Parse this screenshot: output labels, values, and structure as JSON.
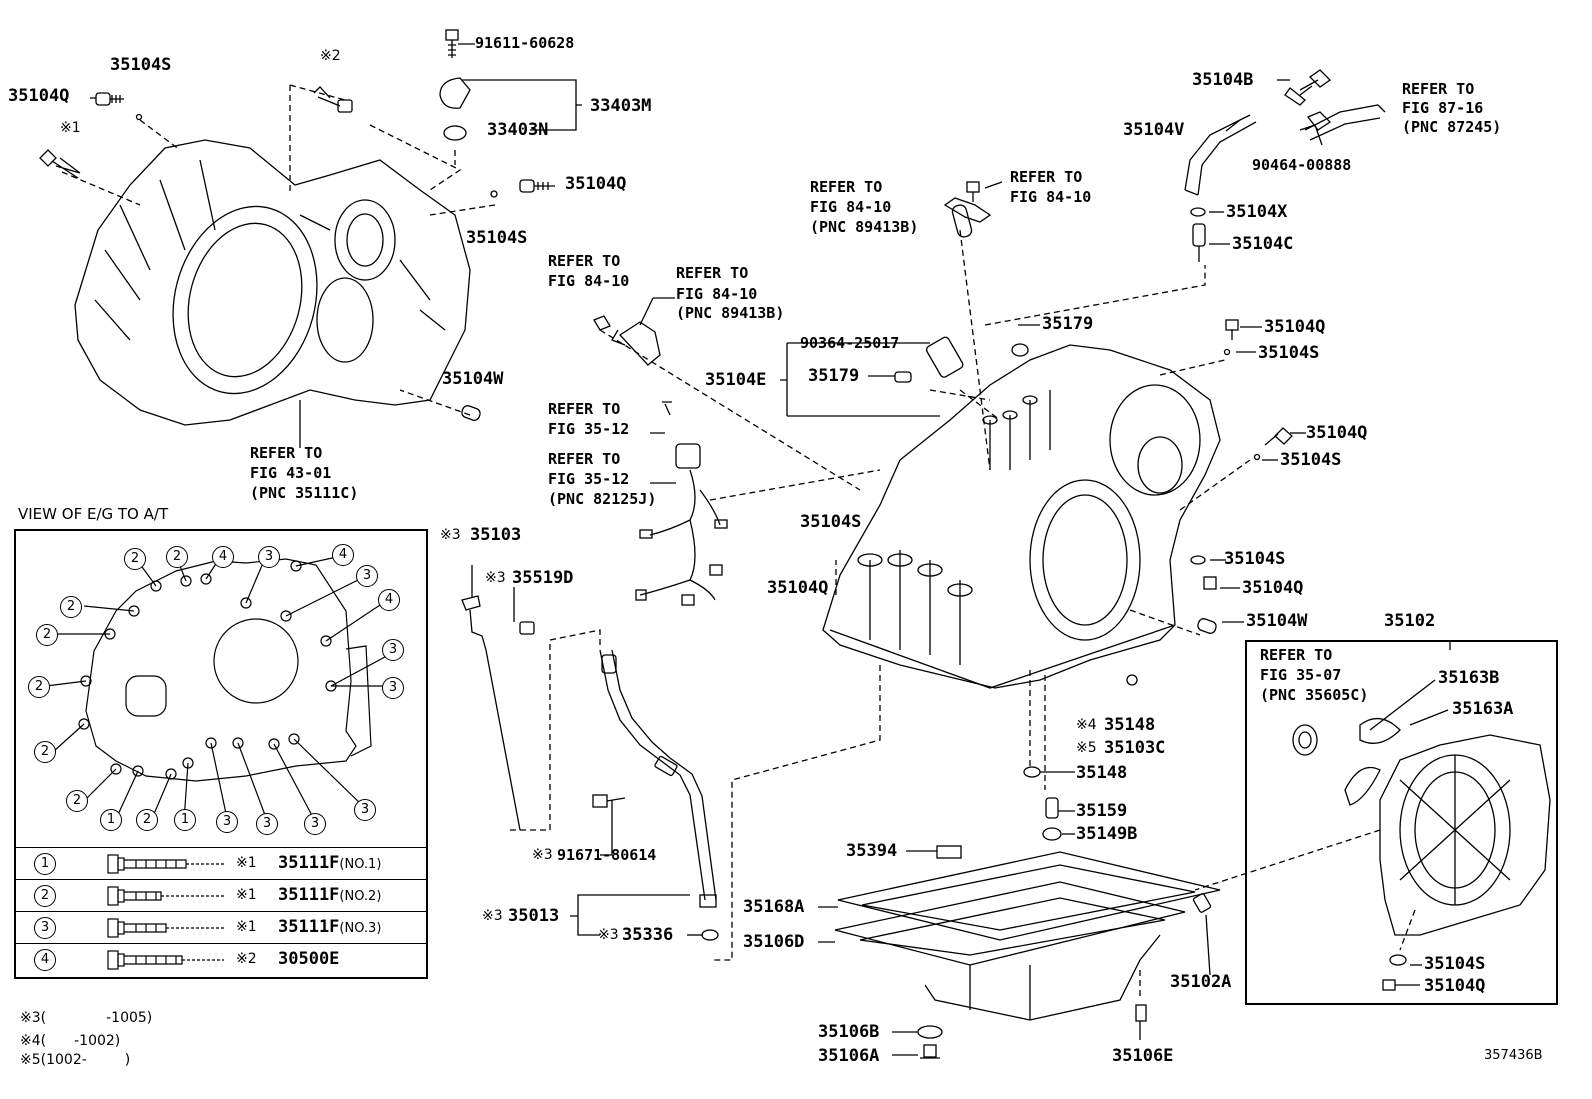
{
  "labels": {
    "p35104S_a": "35104S",
    "p35104Q_a": "35104Q",
    "mark2_top": "※2",
    "mark1_top": "※1",
    "p91611": "91611-60628",
    "p33403M": "33403M",
    "p33403N": "33403N",
    "p35104Q_b": "35104Q",
    "p35104S_b": "35104S",
    "p35104W_a": "35104W",
    "ref_43_01_a": "REFER TO",
    "ref_43_01_b": "FIG 43-01",
    "ref_43_01_c": "(PNC 35111C)",
    "p35104B": "35104B",
    "ref_87_16_a": "REFER TO",
    "ref_87_16_b": "FIG 87-16",
    "ref_87_16_c": "(PNC 87245)",
    "p35104V": "35104V",
    "p90464": "90464-00888",
    "p35104X": "35104X",
    "p35104C": "35104C",
    "ref_84_10_a1": "REFER TO",
    "ref_84_10_a2": "FIG 84-10",
    "ref_84_10_a3": "(PNC 89413B)",
    "ref_84_10_b1": "REFER TO",
    "ref_84_10_b2": "FIG 84-10",
    "ref_84_10_c1": "REFER TO",
    "ref_84_10_c2": "FIG 84-10",
    "ref_84_10_d1": "REFER TO",
    "ref_84_10_d2": "FIG 84-10",
    "ref_84_10_d3": "(PNC 89413B)",
    "p35179_a": "35179",
    "p90364": "90364-25017",
    "p35104E": "35104E",
    "p35179_b": "35179",
    "p35104Q_c": "35104Q",
    "p35104S_c": "35104S",
    "ref_35_12_a1": "REFER TO",
    "ref_35_12_a2": "FIG 35-12",
    "ref_35_12_b1": "REFER TO",
    "ref_35_12_b2": "FIG 35-12",
    "ref_35_12_b3": "(PNC 82125J)",
    "p35104Q_d": "35104Q",
    "p35104S_d": "35104S",
    "view_title": "VIEW OF E/G TO A/T",
    "mark3_35103": "※3",
    "p35103": "35103",
    "mark3_35519D": "※3",
    "p35519D": "35519D",
    "p35104S_e": "35104S",
    "p35104Q_e": "35104Q",
    "p35104S_f": "35104S",
    "p35104Q_f": "35104Q",
    "p35104W_b": "35104W",
    "p35102": "35102",
    "ref_35_07_a": "REFER TO",
    "ref_35_07_b": "FIG 35-07",
    "ref_35_07_c": "(PNC 35605C)",
    "p35163B": "35163B",
    "p35163A": "35163A",
    "mark4_35148": "※4",
    "p35148_a": "35148",
    "mark5_35103C": "※5",
    "p35103C": "35103C",
    "p35148_b": "35148",
    "p35159": "35159",
    "p35149B": "35149B",
    "mark3_91671": "※3",
    "p91671": "91671-80614",
    "p35394": "35394",
    "p35168A": "35168A",
    "mark3_35013": "※3",
    "p35013": "35013",
    "mark3_35336": "※3",
    "p35336": "35336",
    "p35106D": "35106D",
    "p35102A": "35102A",
    "p35104S_g": "35104S",
    "p35104Q_g": "35104Q",
    "p35106B": "35106B",
    "p35106A": "35106A",
    "p35106E": "35106E",
    "fig_no": "357436B"
  },
  "legend": [
    {
      "num": "1",
      "mark": "※1",
      "part": "35111F",
      "suffix": "(NO.1)"
    },
    {
      "num": "2",
      "mark": "※1",
      "part": "35111F",
      "suffix": "(NO.2)"
    },
    {
      "num": "3",
      "mark": "※1",
      "part": "35111F",
      "suffix": "(NO.3)"
    },
    {
      "num": "4",
      "mark": "※2",
      "part": "30500E",
      "suffix": ""
    }
  ],
  "notes": [
    {
      "mark": "※3(",
      "range": "-1005)"
    },
    {
      "mark": "※4(",
      "range": "-1002)"
    },
    {
      "mark": "※5(1002-",
      "range": ")"
    }
  ],
  "view_bolts": [
    "2",
    "2",
    "4",
    "3",
    "4",
    "3",
    "4",
    "2",
    "2",
    "3",
    "2",
    "3",
    "2",
    "2",
    "1",
    "2",
    "1",
    "3",
    "3",
    "3",
    "3"
  ]
}
